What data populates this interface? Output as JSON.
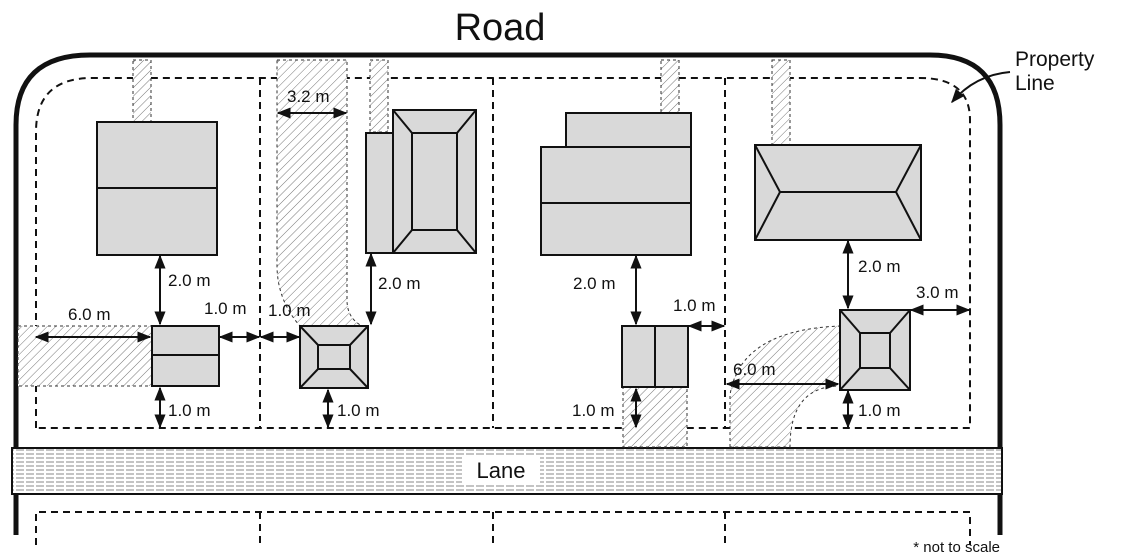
{
  "title": "Road",
  "lane_label": "Lane",
  "property_line_label_1": "Property",
  "property_line_label_2": "Line",
  "footnote": "* not to scale",
  "dims": {
    "d_6_0_left": "6.0 m",
    "d_2_0_lot1": "2.0 m",
    "d_1_0_lot1_side": "1.0 m",
    "d_1_0_lot1_bottom": "1.0 m",
    "d_3_2": "3.2 m",
    "d_1_0_lot2_side": "1.0 m",
    "d_2_0_lot2": "2.0 m",
    "d_1_0_lot2_bottom": "1.0 m",
    "d_2_0_lot3": "2.0 m",
    "d_1_0_lot3_side": "1.0 m",
    "d_1_0_lot3_bottom": "1.0 m",
    "d_2_0_lot4": "2.0 m",
    "d_3_0_lot4": "3.0 m",
    "d_6_0_lot4": "6.0 m",
    "d_1_0_lot4_bottom": "1.0 m"
  }
}
